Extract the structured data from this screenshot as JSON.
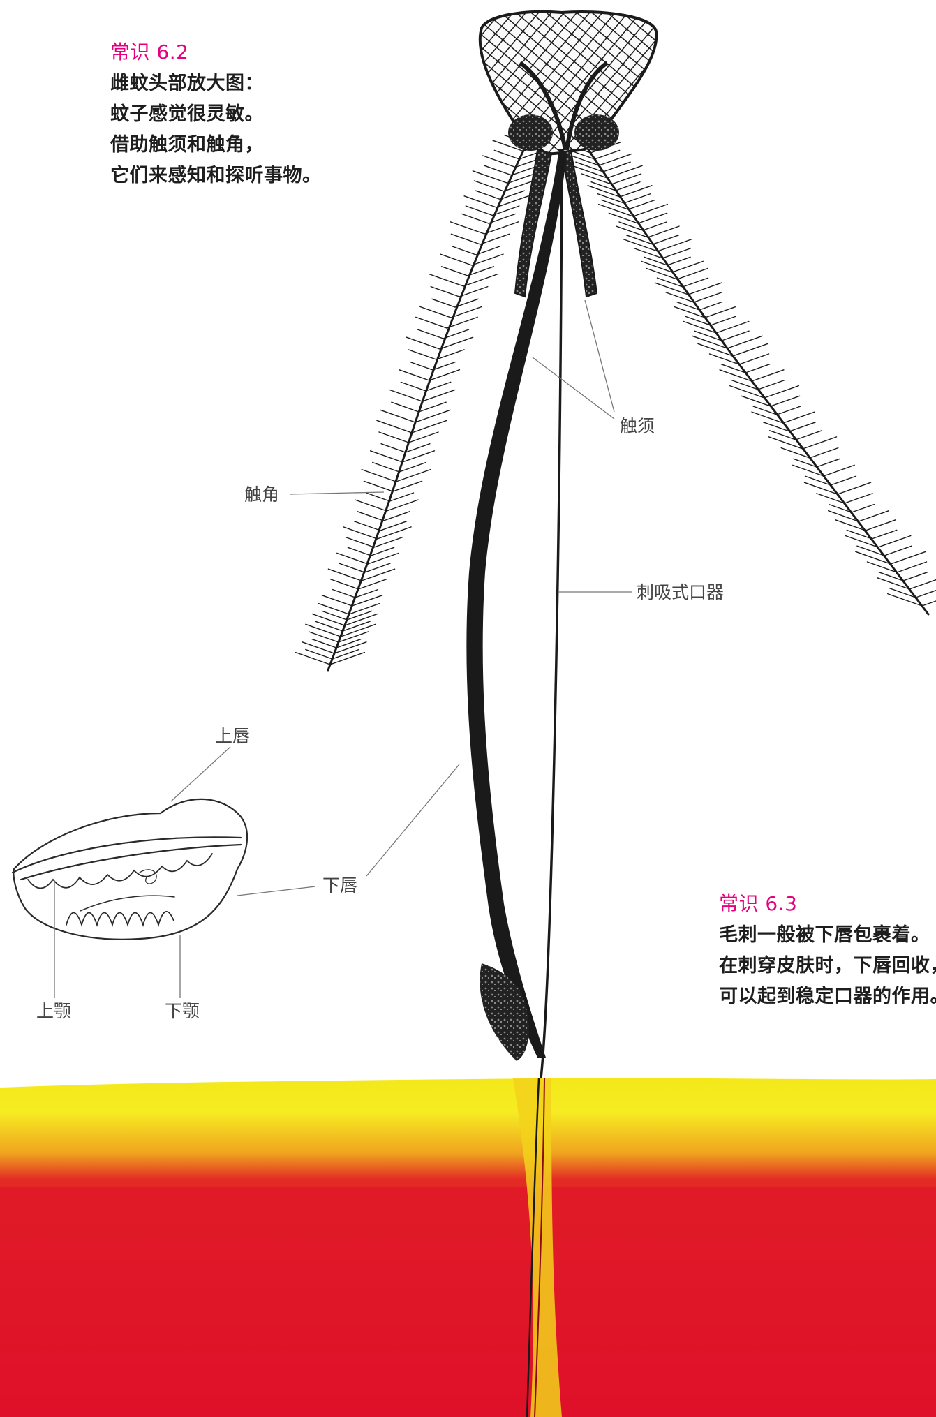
{
  "notes": {
    "note_6_2": {
      "heading": "常识 6.2",
      "lines": [
        "雌蚊头部放大图：",
        "蚊子感觉很灵敏。",
        "借助触须和触角，",
        "它们来感知和探听事物。"
      ]
    },
    "note_6_3": {
      "heading": "常识 6.3",
      "lines": [
        "毛刺一般被下唇包裹着。",
        "在刺穿皮肤时，下唇回收，",
        "可以起到稳定口器的作用。"
      ]
    }
  },
  "labels": {
    "palps": "触须",
    "antenna": "触角",
    "proboscis": "刺吸式口器",
    "upper_lip": "上唇",
    "lower_lip": "下唇",
    "maxilla": "上颚",
    "mandible": "下颚"
  },
  "colors": {
    "heading": "#e6007e",
    "skin_yellow": "#f5ea1c",
    "skin_red": "#e0162b",
    "ink": "#1a1a1a"
  }
}
